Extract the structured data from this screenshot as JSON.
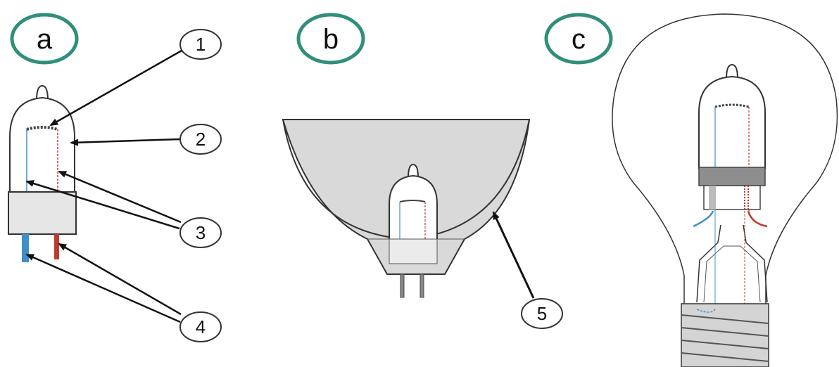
{
  "panels": [
    {
      "label": "a"
    },
    {
      "label": "b"
    },
    {
      "label": "c"
    }
  ],
  "callouts": [
    "1",
    "2",
    "3",
    "4",
    "5"
  ],
  "colors": {
    "panel_ring": "#2f8f7a",
    "outline": "#333333",
    "arrow": "#111111",
    "glass_shade": "#d9d9d9",
    "base_fill": "#e6e6e6",
    "lead_blue": "#3f8fc8",
    "lead_red": "#c0392b"
  }
}
